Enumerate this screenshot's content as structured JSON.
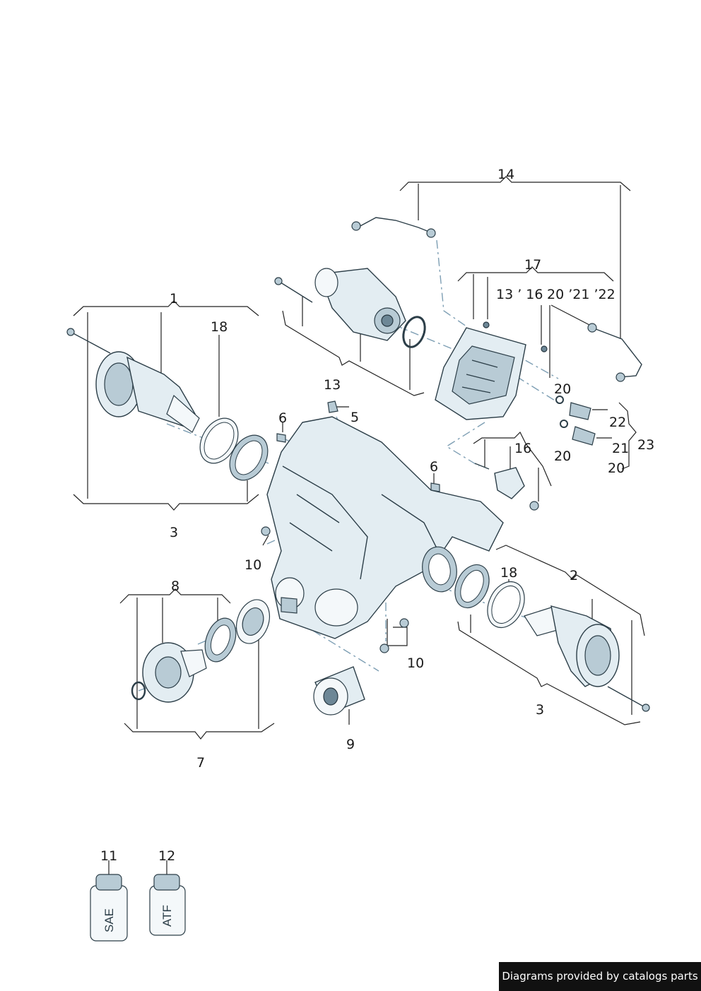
{
  "callouts": {
    "c14": "14",
    "c17": "17",
    "c13_16": "13 ’ 16",
    "c20_21_22": "20 ’21 ’22",
    "c1": "1",
    "c18_left": "18",
    "c13": "13",
    "c5": "5",
    "c6_left": "6",
    "c20_a": "20",
    "c22": "22",
    "c23": "23",
    "c21": "21",
    "c20_b": "20",
    "c20_c": "20",
    "c16": "16",
    "c6_right": "6",
    "c3_left": "3",
    "c10_left": "10",
    "c8": "8",
    "c18_right": "18",
    "c2": "2",
    "c10_right": "10",
    "c3_right": "3",
    "c9": "9",
    "c7": "7",
    "c11": "11",
    "c12": "12"
  },
  "bottles": {
    "sae_label": "SAE",
    "atf_label": "ATF"
  },
  "footer": {
    "credit": "Diagrams provided by catalogs parts"
  }
}
